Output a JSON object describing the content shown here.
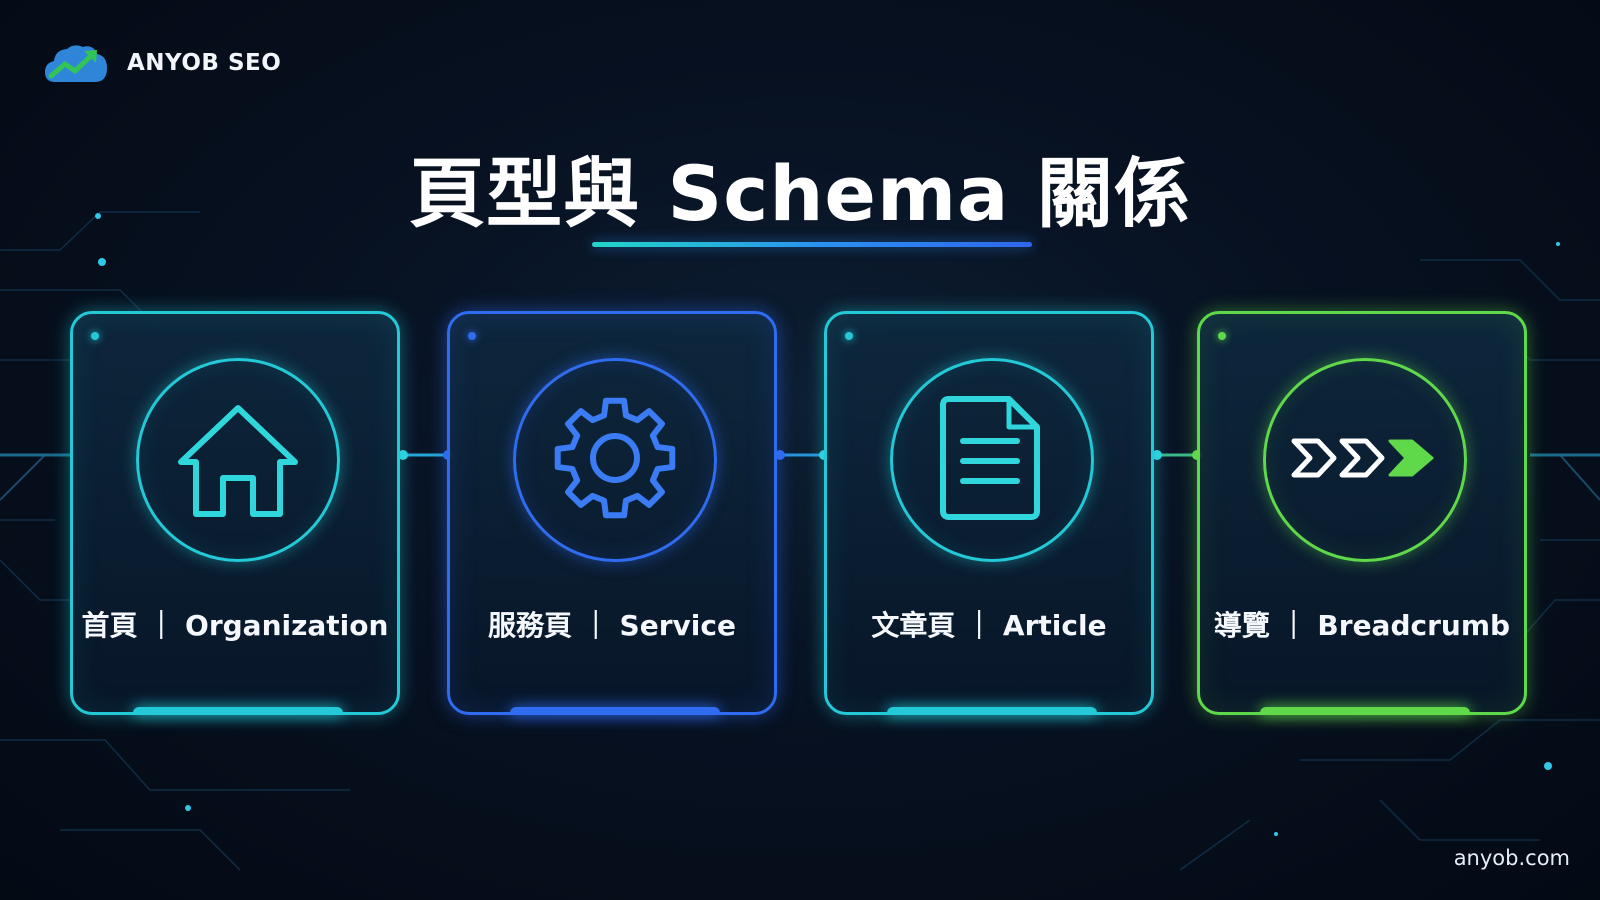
{
  "brand": {
    "name": "ANYOB SEO",
    "logo_icon": "cloud-growth-arrow-icon"
  },
  "title": "頁型與 Schema 關係",
  "cards": [
    {
      "page_type": "首頁",
      "schema": "Organization",
      "label": "首頁 ｜ Organization",
      "icon": "home-icon",
      "color": "#23c9d6"
    },
    {
      "page_type": "服務頁",
      "schema": "Service",
      "label": "服務頁 ｜ Service",
      "icon": "gear-icon",
      "color": "#2f6cf0"
    },
    {
      "page_type": "文章頁",
      "schema": "Article",
      "label": "文章頁 ｜ Article",
      "icon": "document-icon",
      "color": "#23c9d6"
    },
    {
      "page_type": "導覽",
      "schema": "Breadcrumb",
      "label": "導覽 ｜ Breadcrumb",
      "icon": "breadcrumb-chevrons-icon",
      "color": "#5fd84a"
    }
  ],
  "footer": {
    "url": "anyob.com"
  }
}
